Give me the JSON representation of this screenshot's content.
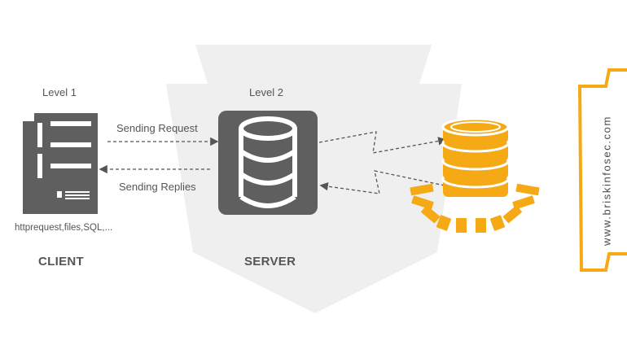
{
  "client": {
    "level": "Level 1",
    "caption": "CLIENT",
    "note": "httprequest,files,SQL,..."
  },
  "server": {
    "level": "Level 2",
    "caption": "SERVER"
  },
  "arrows": {
    "request": "Sending Request",
    "replies": "Sending Replies"
  },
  "watermark": {
    "text": "www.briskinfosec.com"
  },
  "colors": {
    "icon_gray": "#5f5f5f",
    "accent_orange": "#f5a915",
    "background_shape": "#efefef"
  }
}
